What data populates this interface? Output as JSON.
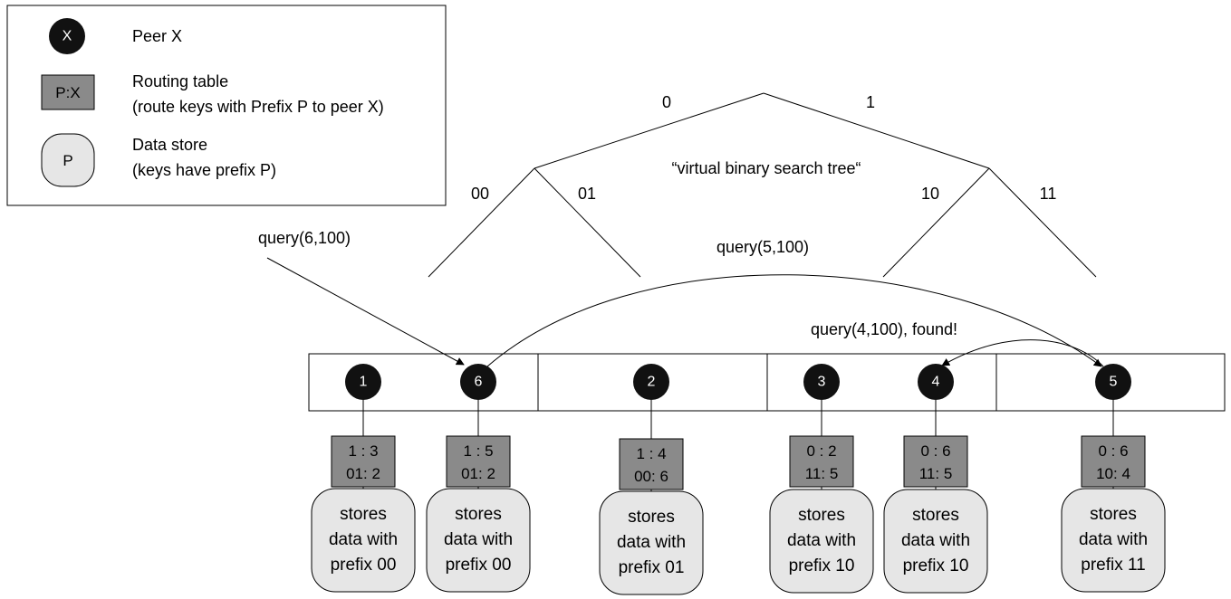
{
  "legend": {
    "peer": {
      "symbol": "X",
      "label": "Peer X"
    },
    "routing": {
      "symbol": "P:X",
      "label1": "Routing table",
      "label2": "(route keys with Prefix P to peer X)"
    },
    "store": {
      "symbol": "P",
      "label1": "Data store",
      "label2": "(keys have prefix P)"
    }
  },
  "tree": {
    "title": "“virtual binary search tree“",
    "edge_0": "0",
    "edge_1": "1",
    "edge_00": "00",
    "edge_01": "01",
    "edge_10": "10",
    "edge_11": "11"
  },
  "queries": {
    "q1": "query(6,100)",
    "q2": "query(5,100)",
    "q3": "query(4,100), found!"
  },
  "peers": [
    {
      "id": "1",
      "rt1": "1  : 3",
      "rt2": "01: 2",
      "store": [
        "stores",
        "data with",
        "prefix 00"
      ]
    },
    {
      "id": "6",
      "rt1": "1  : 5",
      "rt2": "01: 2",
      "store": [
        "stores",
        "data with",
        "prefix 00"
      ]
    },
    {
      "id": "2",
      "rt1": "1  : 4",
      "rt2": "00: 6",
      "store": [
        "stores",
        "data with",
        "prefix 01"
      ]
    },
    {
      "id": "3",
      "rt1": "0  : 2",
      "rt2": "11: 5",
      "store": [
        "stores",
        "data with",
        "prefix 10"
      ]
    },
    {
      "id": "4",
      "rt1": "0  : 6",
      "rt2": "11: 5",
      "store": [
        "stores",
        "data with",
        "prefix 10"
      ]
    },
    {
      "id": "5",
      "rt1": "0  : 6",
      "rt2": "10: 4",
      "store": [
        "stores",
        "data with",
        "prefix 11"
      ]
    }
  ]
}
